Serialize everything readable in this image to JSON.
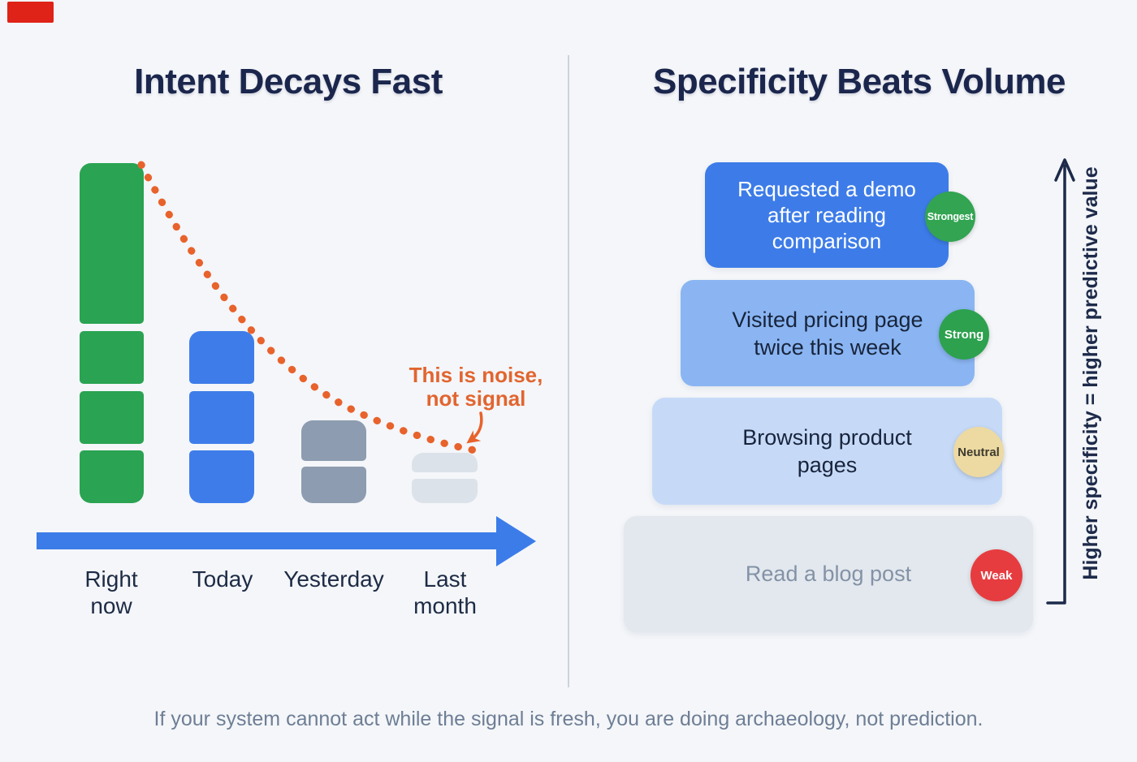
{
  "page": {
    "background": "#f4f6f9",
    "footer_caption": "If your system cannot act while the signal is fresh, you are doing archaeology, not prediction."
  },
  "left_panel": {
    "title": "Intent Decays Fast",
    "x_axis_labels": [
      {
        "line1": "Right",
        "line2": "now"
      },
      {
        "line1": "Today",
        "line2": ""
      },
      {
        "line1": "Yesterday",
        "line2": ""
      },
      {
        "line1": "Last",
        "line2": "month"
      }
    ],
    "annotation": {
      "line1": "This is noise,",
      "line2": "not signal"
    }
  },
  "chart_data": {
    "type": "bar",
    "title": "Intent Decays Fast",
    "categories": [
      "Right now",
      "Today",
      "Yesterday",
      "Last month"
    ],
    "values_relative_pct": [
      100,
      51,
      24,
      15
    ],
    "segments_per_bar": [
      4,
      3,
      2,
      2
    ],
    "bar_colors": [
      "#2aa352",
      "#3e7de9",
      "#8d9cb0",
      "#dce2ea"
    ],
    "trend_line": {
      "style": "dotted",
      "shape": "exponential-decay",
      "color": "#e8622c"
    },
    "x_axis_arrow_color": "#3b7ce9",
    "annotation": "This is noise, not signal",
    "xlabel": "",
    "ylabel": "",
    "grid": false,
    "legend": false
  },
  "right_panel": {
    "title": "Specificity Beats Volume",
    "axis_label": "Higher specificity = higher predictive value",
    "axis_color": "#1d2a4a",
    "items": [
      {
        "lines": [
          "Requested a demo",
          "after reading",
          "comparison"
        ],
        "badge": "Strongest",
        "box_color": "#3d7ce8",
        "badge_color": "#32a452"
      },
      {
        "lines": [
          "Visited pricing page",
          "twice this week"
        ],
        "badge": "Strong",
        "box_color": "#8ab5f2",
        "badge_color": "#2da14e"
      },
      {
        "lines": [
          "Browsing product",
          "pages"
        ],
        "badge": "Neutral",
        "box_color": "#c6daf8",
        "badge_color": "#eddaa2"
      },
      {
        "lines": [
          "Read a blog post"
        ],
        "badge": "Weak",
        "box_color": "#e3e8ee",
        "badge_color": "#e63c40"
      }
    ]
  }
}
